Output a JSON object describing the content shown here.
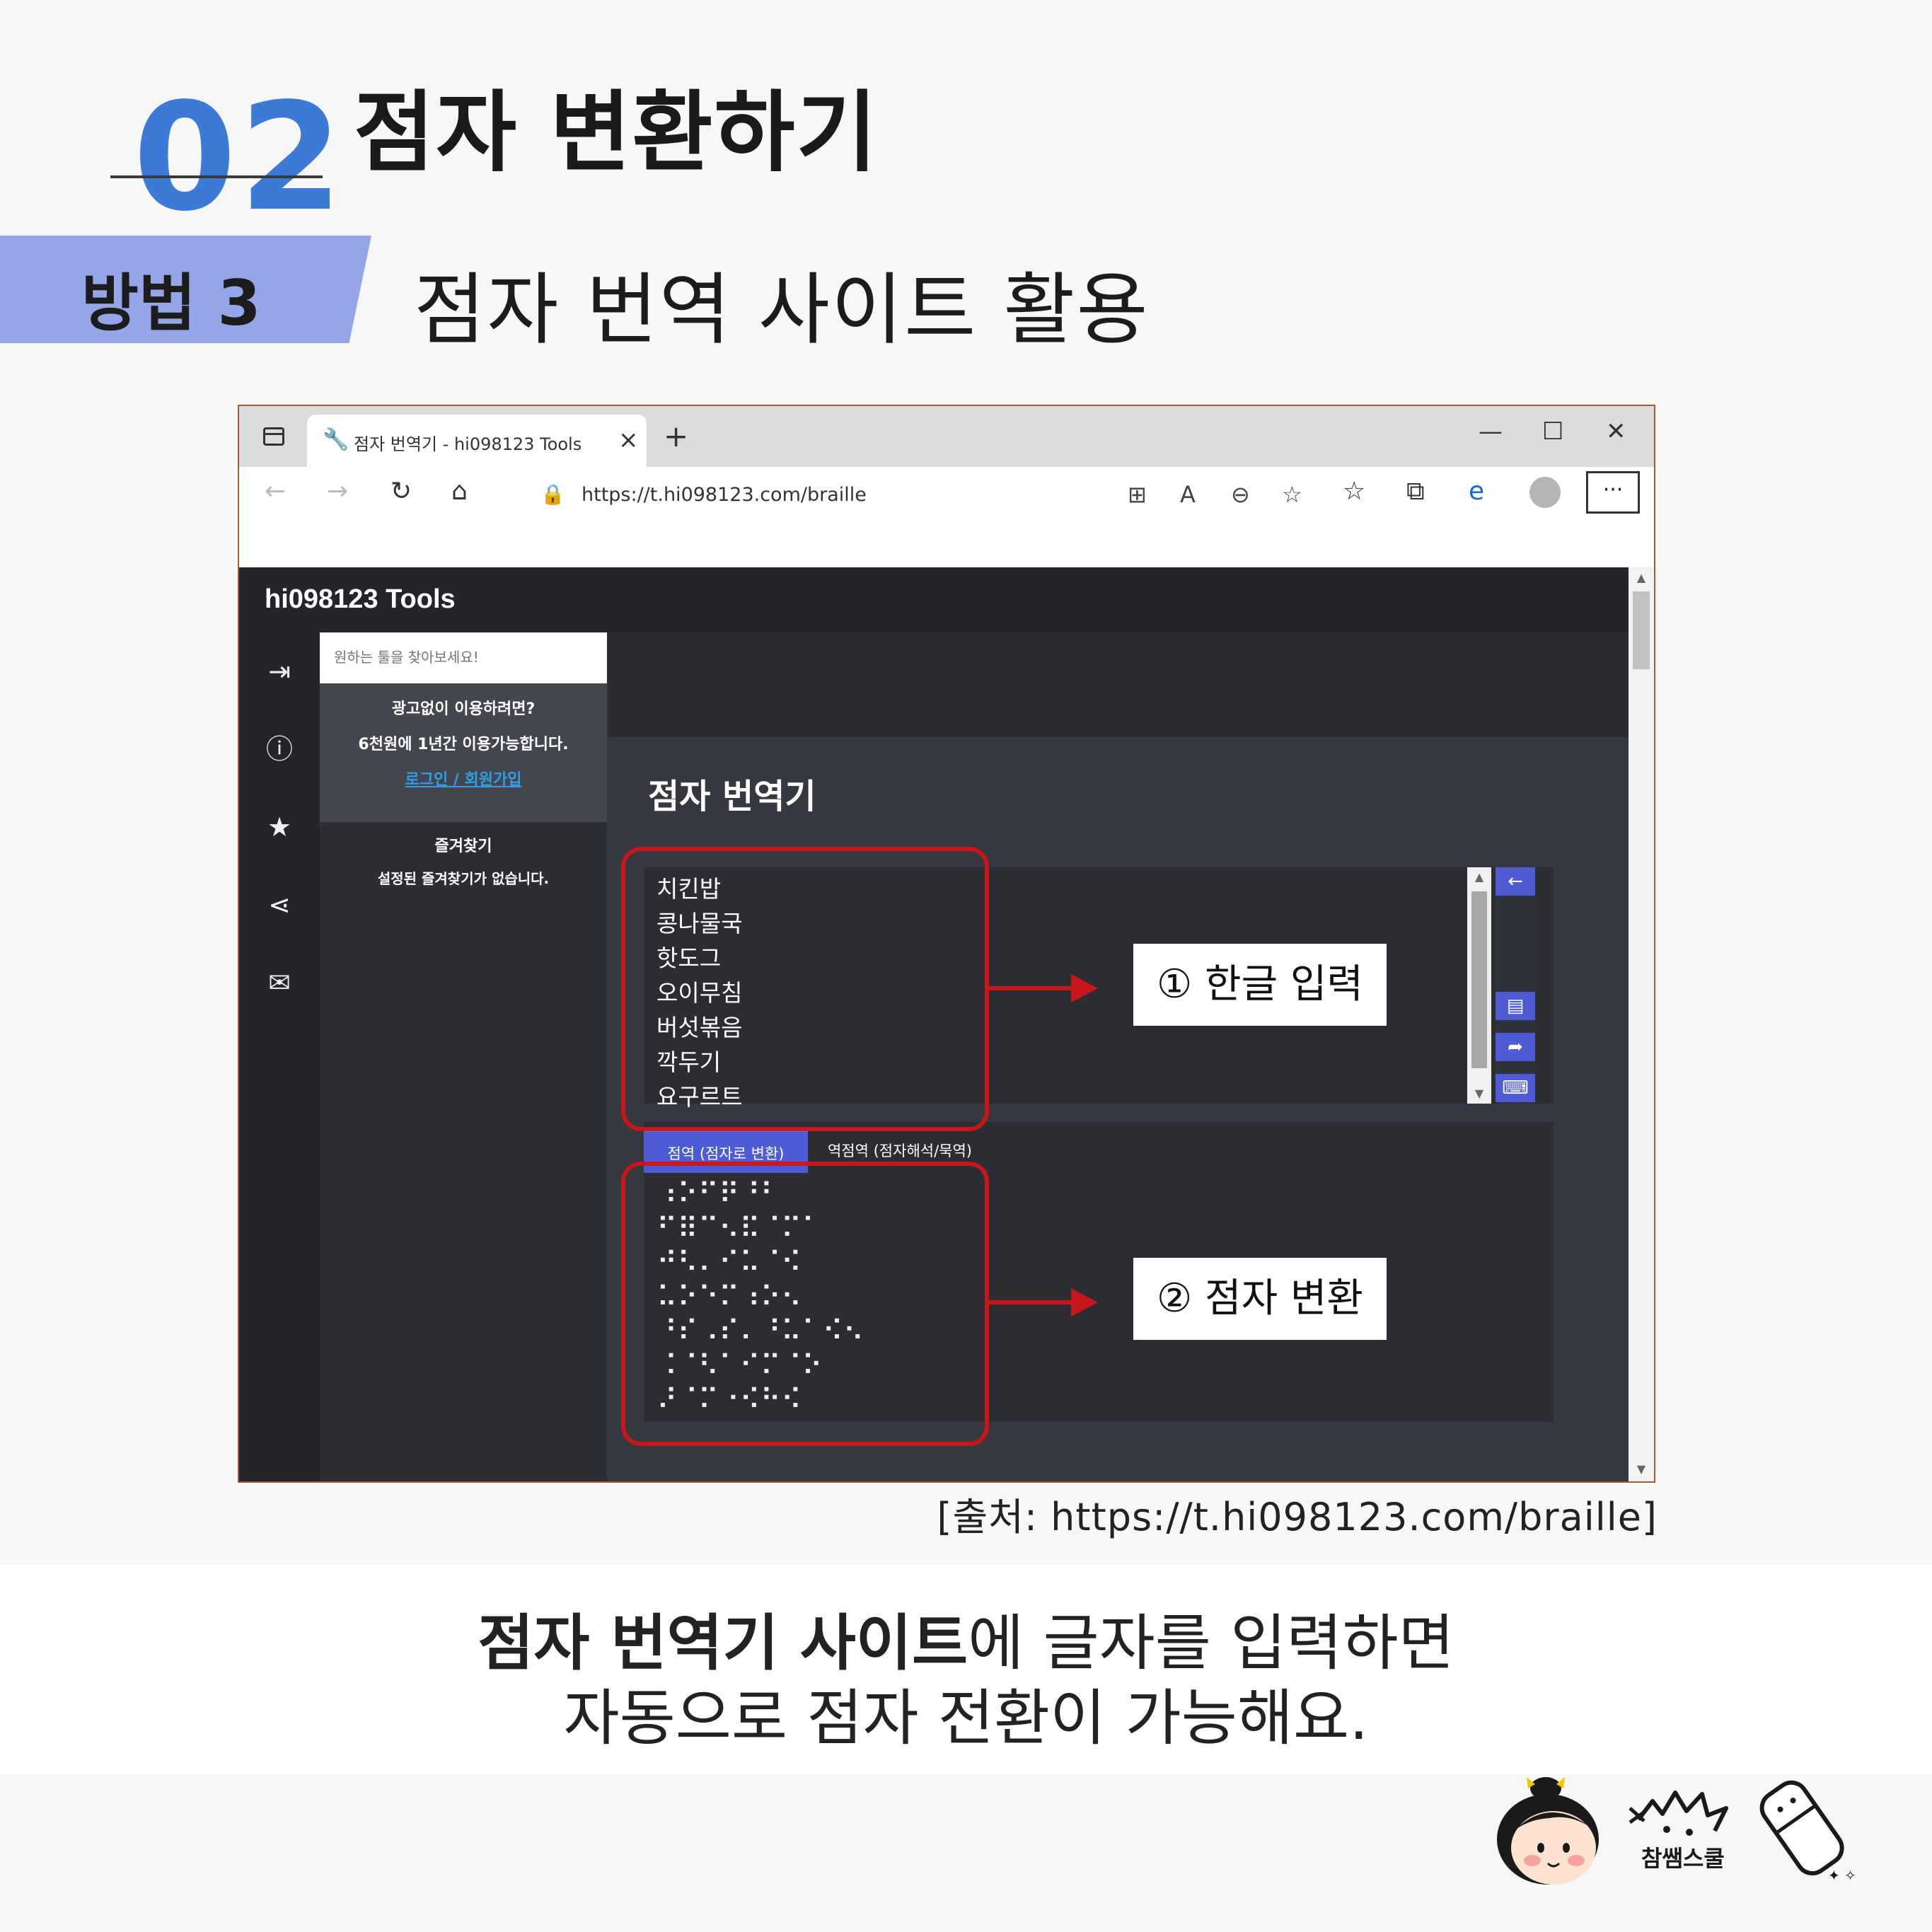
{
  "header": {
    "number": "02",
    "title": "점자 변환하기",
    "method_label": "방법 3",
    "subtitle": "점자 번역 사이트 활용"
  },
  "browser": {
    "tab_title": "점자 번역기 - hi098123 Tools",
    "new_tab": "+",
    "url": "https://t.hi098123.com/braille",
    "more_label": "···"
  },
  "site": {
    "brand": "hi098123 Tools",
    "search_placeholder": "원하는 툴을 찾아보세요!",
    "ad": {
      "line1": "광고없이 이용하려면?",
      "line2": "6천원에 1년간 이용가능합니다.",
      "link": "로그인 / 회원가입"
    },
    "favorites": {
      "title": "즐겨찾기",
      "empty": "설정된 즐겨찾기가 없습니다."
    },
    "page_title": "점자 번역기",
    "input_lines": [
      "치킨밥",
      "콩나물국",
      "핫도그",
      "오이무침",
      "버섯볶음",
      "깍두기",
      "요구르트"
    ],
    "tabs": [
      "점역 (점자로 변환)",
      "역점역 (점자해석/묵역)"
    ],
    "braille_lines": [
      "⠰⠕⠋⠟⠘⠃",
      "⠋⠿⠉⠢⠯⠈⠍⠁",
      "⠚⠣⠄⠊⠥⠈⠪",
      "⠥⠕⠑⠍⠰⠕⠢",
      "⠘⠎⠠⠎⠄⠘⠥⠁⠪⠢",
      "⠨⠈⠣⠁⠊⠍⠈⠕",
      "⠜⠈⠍⠐⠪⠓⠪"
    ]
  },
  "annotations": {
    "callout1": "① 한글 입력",
    "callout2": "② 점자 변환"
  },
  "source_text": "[출처: https://t.hi098123.com/braille]",
  "caption": {
    "bold": "점자 번역기 사이트",
    "rest": "에 글자를 입력하면",
    "line2": "자동으로 점자 전환이 가능해요."
  },
  "logo_text": "참쌤스쿨",
  "colors": {
    "accent_blue": "#3d7ad7",
    "method_badge": "#94a6e8",
    "annotation_red": "#c8161d",
    "site_active_tab": "#4f5bd5"
  }
}
